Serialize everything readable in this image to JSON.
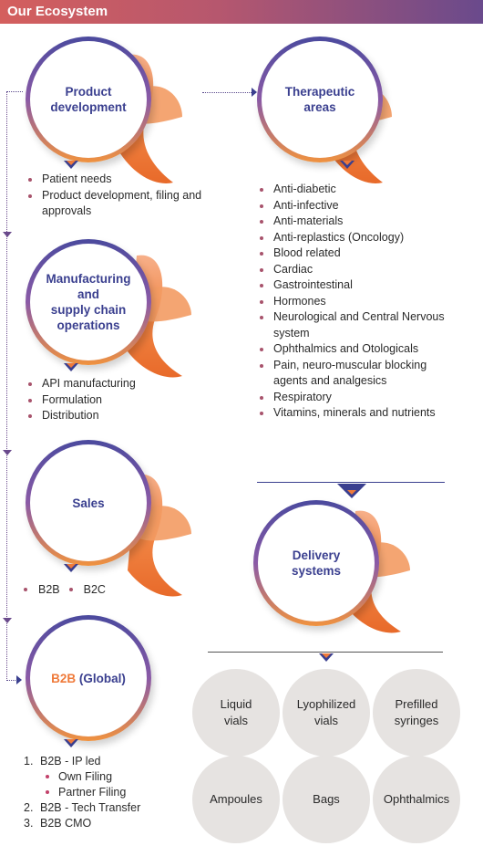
{
  "header": {
    "title": "Our Ecosystem"
  },
  "nodes": {
    "product_development": {
      "label_line1": "Product",
      "label_line2": "development"
    },
    "therapeutic_areas": {
      "label_line1": "Therapeutic",
      "label_line2": "areas"
    },
    "manufacturing": {
      "label_line1": "Manufacturing",
      "label_line2": "and",
      "label_line3": "supply chain",
      "label_line4": "operations"
    },
    "sales": {
      "label": "Sales"
    },
    "delivery_systems": {
      "label_line1": "Delivery",
      "label_line2": "systems"
    },
    "b2b_global": {
      "label_main": "B2B",
      "label_suffix": " (Global)"
    }
  },
  "product_development_items": [
    "Patient needs",
    "Product development, filing and approvals"
  ],
  "therapeutic_area_items": [
    "Anti-diabetic",
    "Anti-infective",
    "Anti-materials",
    "Anti-replastics (Oncology)",
    "Blood related",
    "Cardiac",
    "Gastrointestinal",
    "Hormones",
    "Neurological and Central Nervous system",
    "Ophthalmics and Otologicals",
    "Pain, neuro-muscular blocking agents and analgesics",
    "Respiratory",
    "Vitamins, minerals and nutrients"
  ],
  "manufacturing_items": [
    "API manufacturing",
    "Formulation",
    "Distribution"
  ],
  "sales_items": [
    "B2B",
    "B2C"
  ],
  "b2b_list": {
    "item1_num": "1.",
    "item1": "B2B - IP led",
    "sub1": "Own Filing",
    "sub2": "Partner Filing",
    "item2_num": "2.",
    "item2": "B2B - Tech Transfer",
    "item3_num": "3.",
    "item3": "B2B CMO"
  },
  "delivery_formats": {
    "b1": "Liquid\nvials",
    "b2": "Lyophilized\nvials",
    "b3": "Prefilled\nsyringes",
    "b4": "Ampoules",
    "b5": "Bags",
    "b6": "Ophthalmics"
  },
  "colors": {
    "navy": "#3a3f8f",
    "orange": "#ef7a3a",
    "purple": "#6a4a8c",
    "bubble": "#e6e3e1"
  }
}
